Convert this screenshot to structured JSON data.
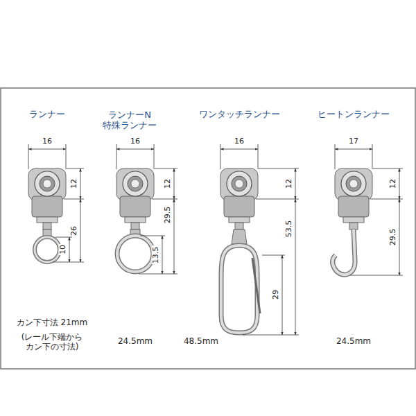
{
  "diagram": {
    "labels": [
      "ランナー",
      "ランナーN 特殊ランナー",
      "ワンタッチランナー",
      "ヒートンランナー",
      "16",
      "12",
      "26",
      "10",
      "16",
      "12",
      "29.5",
      "13.5",
      "16",
      "12",
      "53.5",
      "29",
      "17",
      "12",
      "29.5",
      "カン下寸法 21mm",
      "(レール下端から カン下の寸法)",
      "24.5mm",
      "48.5mm",
      "24.5mm"
    ]
  }
}
